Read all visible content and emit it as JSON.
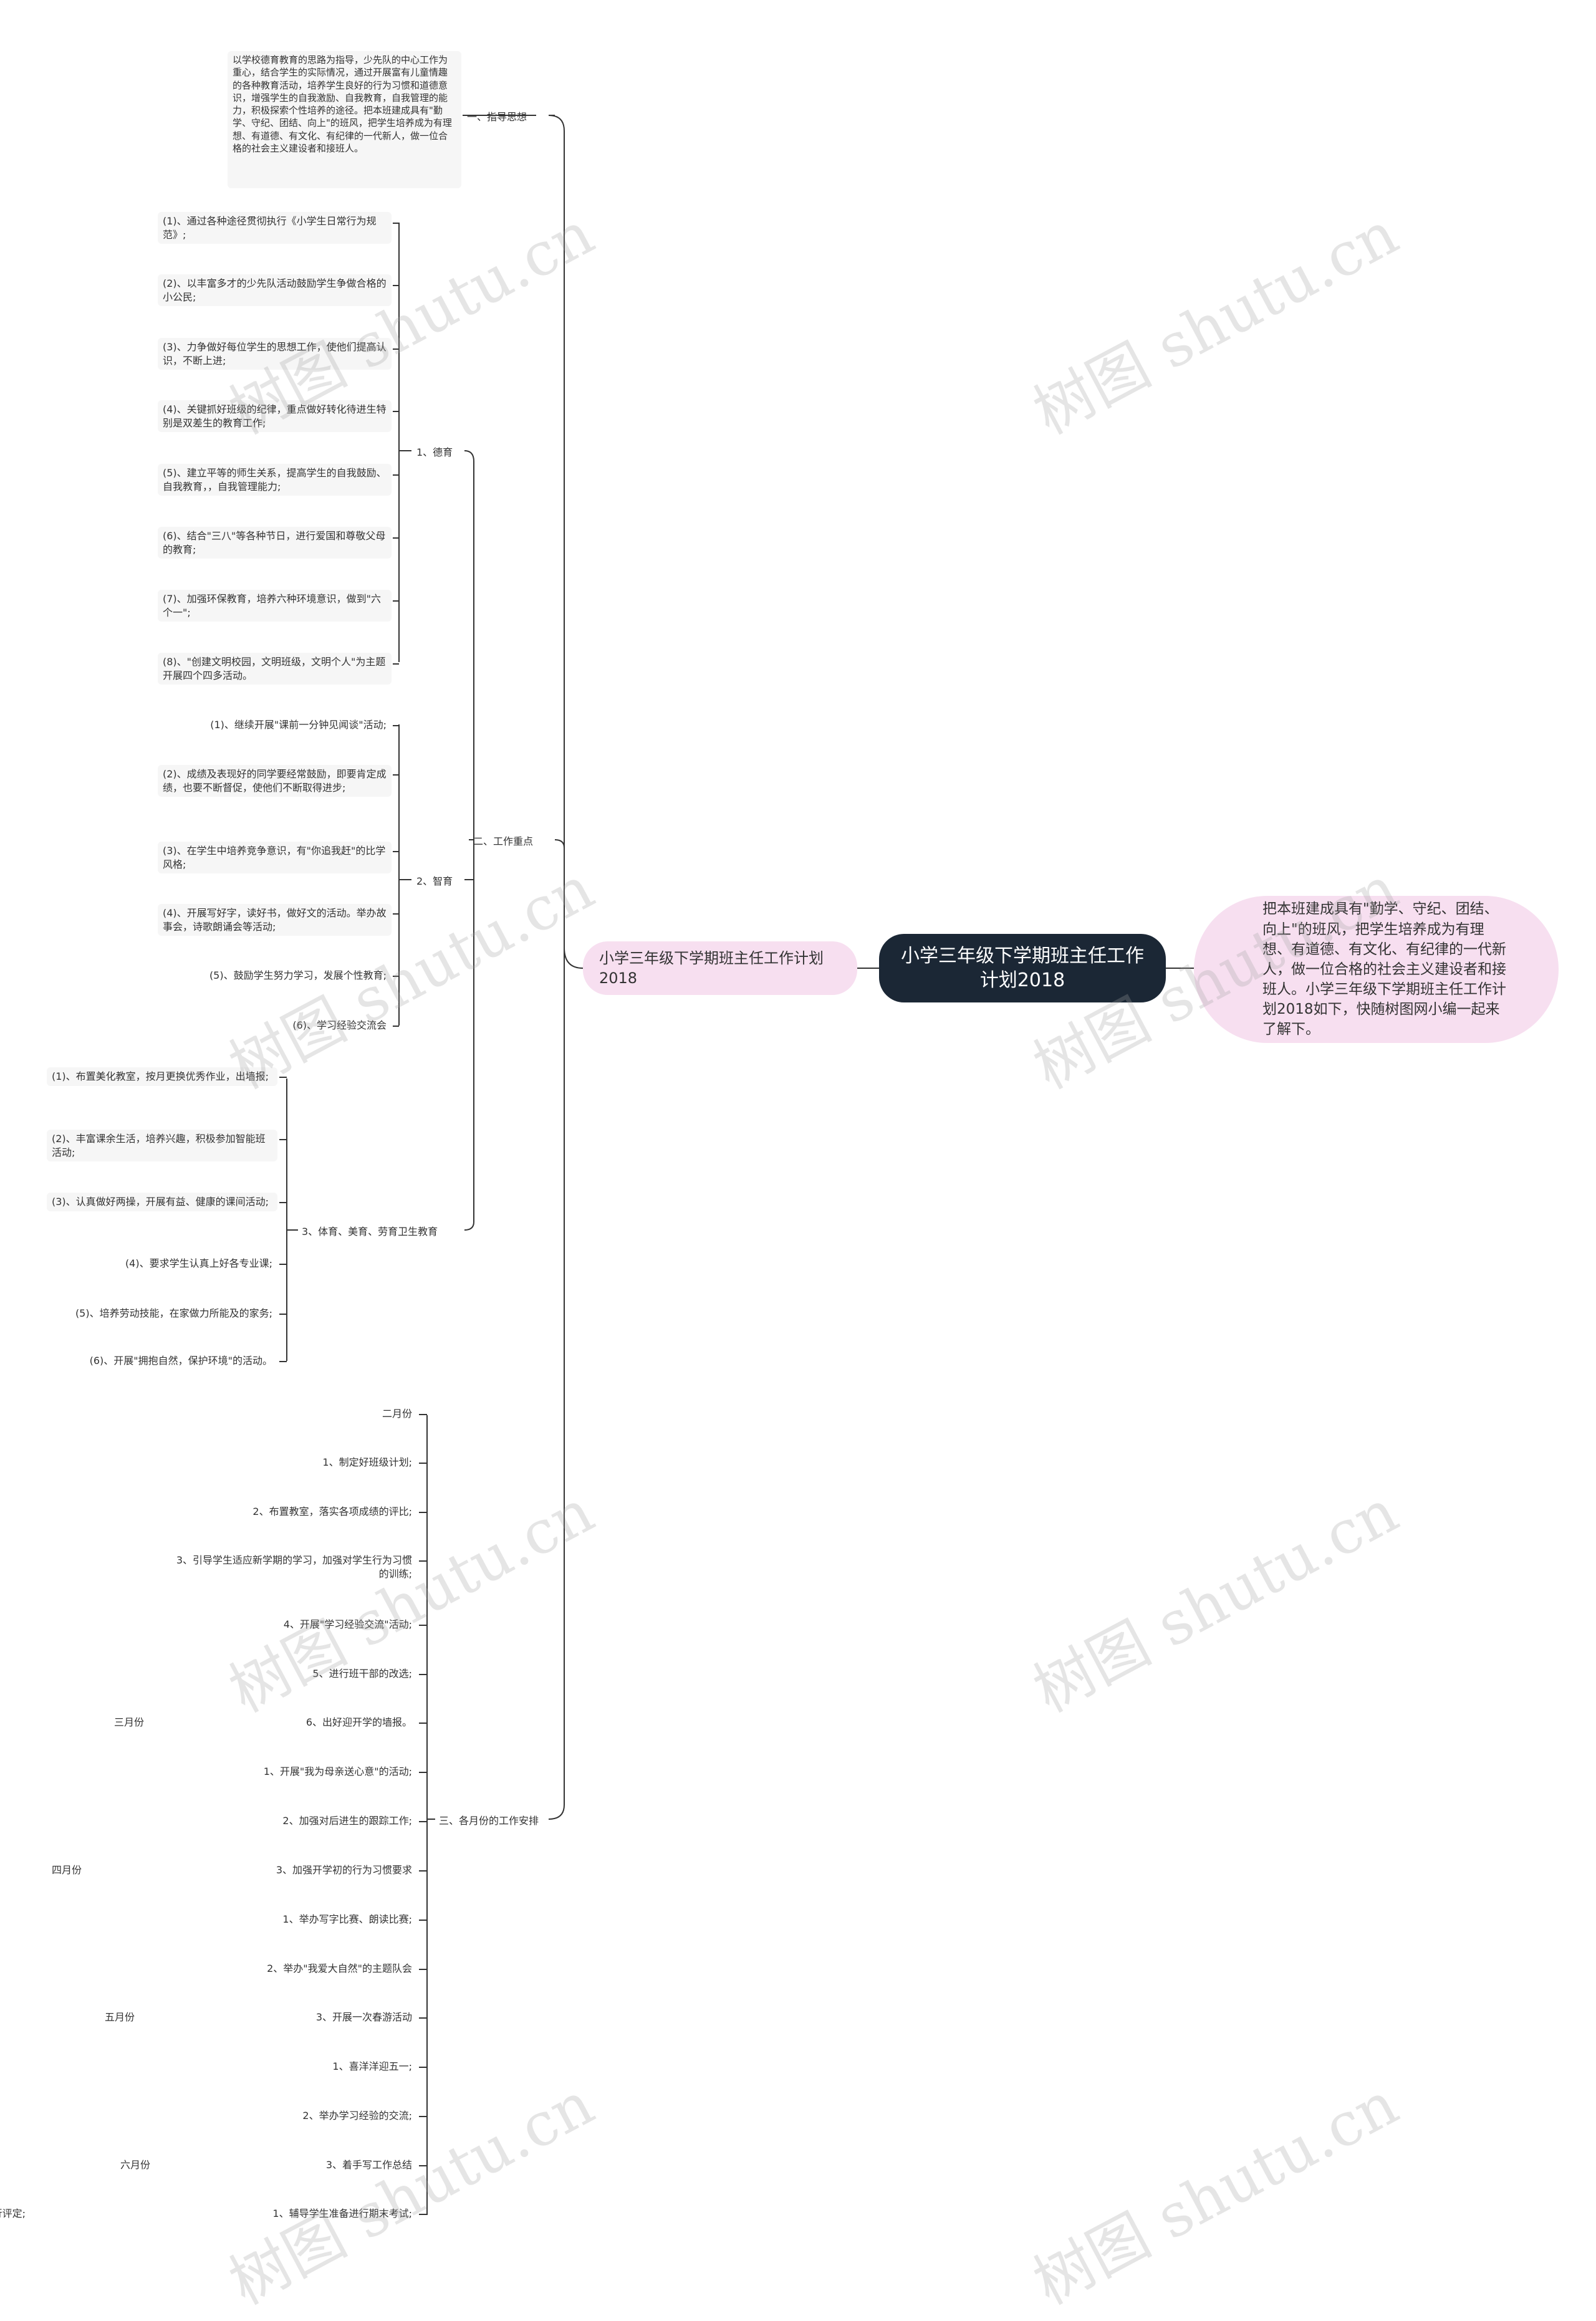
{
  "root": {
    "title": "小学三年级下学期班主任工作计划2018"
  },
  "summary": {
    "text": "把本班建成具有\"勤学、守纪、团结、向上\"的班风，把学生培养成为有理想、有道德、有文化、有纪律的一代新人，做一位合格的社会主义建设者和接班人。小学三年级下学期班主任工作计划2018如下，快随树图网小编一起来了解下。"
  },
  "branch": {
    "title": "小学三年级下学期班主任工作计划2018"
  },
  "guiding": {
    "label": "一、指导思想",
    "text": "以学校德育教育的思路为指导，少先队的中心工作为重心，结合学生的实际情况，通过开展富有儿童情趣的各种教育活动，培养学生良好的行为习惯和道德意识，增强学生的自我激励、自我教育，自我管理的能力，积极探索个性培养的途径。把本班建成具有\"勤学、守纪、团结、向上\"的班风，把学生培养成为有理想、有道德、有文化、有纪律的一代新人，做一位合格的社会主义建设者和接班人。"
  },
  "focus": {
    "label": "二、工作重点",
    "moral": {
      "label": "1、德育",
      "items": [
        "(1)、通过各种途径贯彻执行《小学生日常行为规范》;",
        "(2)、以丰富多才的少先队活动鼓励学生争做合格的小公民;",
        "(3)、力争做好每位学生的思想工作，使他们提高认识，不断上进;",
        "(4)、关键抓好班级的纪律，重点做好转化待进生特别是双差生的教育工作;",
        "(5)、建立平等的师生关系，提高学生的自我鼓励、自我教育，，自我管理能力;",
        "(6)、结合\"三八\"等各种节日，进行爱国和尊敬父母的教育;",
        "(7)、加强环保教育，培养六种环境意识，做到\"六个一\";",
        "(8)、\"创建文明校园，文明班级，文明个人\"为主题开展四个四多活动。"
      ]
    },
    "intellect": {
      "label": "2、智育",
      "items": [
        "(1)、继续开展\"课前一分钟见闻谈\"活动;",
        "(2)、成绩及表现好的同学要经常鼓励，即要肯定成绩，也要不断督促，使他们不断取得进步;",
        "(3)、在学生中培养竞争意识，有\"你追我赶\"的比学风格;",
        "(4)、开展写好字，读好书，做好文的活动。举办故事会，诗歌朗诵会等活动;",
        "(5)、鼓励学生努力学习，发展个性教育;",
        "(6)、学习经验交流会"
      ]
    },
    "sports": {
      "label": "3、体育、美育、劳育卫生教育",
      "items": [
        "(1)、布置美化教室，按月更换优秀作业，出墙报;",
        "(2)、丰富课余生活，培养兴趣，积极参加智能班活动;",
        "(3)、认真做好两操，开展有益、健康的课间活动;",
        "(4)、要求学生认真上好各专业课;",
        "(5)、培养劳动技能，在家做力所能及的家务;",
        "(6)、开展\"拥抱自然，保护环境\"的活动。"
      ]
    }
  },
  "monthly": {
    "label": "三、各月份的工作安排",
    "items": [
      {
        "text": "二月份",
        "month": ""
      },
      {
        "text": "1、制定好班级计划;",
        "month": ""
      },
      {
        "text": "2、布置教室，落实各项成绩的评比;",
        "month": ""
      },
      {
        "text": "3、引导学生适应新学期的学习，加强对学生行为习惯的训练;",
        "month": ""
      },
      {
        "text": "4、开展\"学习经验交流\"活动;",
        "month": ""
      },
      {
        "text": "5、进行班干部的改选;",
        "month": ""
      },
      {
        "text": "6、出好迎开学的墙报。",
        "month": "三月份"
      },
      {
        "text": "1、开展\"我为母亲送心意\"的活动;",
        "month": ""
      },
      {
        "text": "2、加强对后进生的跟踪工作;",
        "month": ""
      },
      {
        "text": "3、加强开学初的行为习惯要求",
        "month": "四月份"
      },
      {
        "text": "1、举办写字比赛、朗读比赛;",
        "month": ""
      },
      {
        "text": "2、举办\"我爱大自然\"的主题队会",
        "month": ""
      },
      {
        "text": "3、开展一次春游活动",
        "month": "五月份"
      },
      {
        "text": "1、喜洋洋迎五一;",
        "month": ""
      },
      {
        "text": "2、举办学习经验的交流;",
        "month": ""
      },
      {
        "text": "3、着手写工作总结",
        "month": "六月份"
      },
      {
        "text": "1、辅导学生准备进行期末考试;",
        "month": "班主任写学生操行评定;"
      }
    ]
  },
  "watermark": {
    "text": "树图 shutu.cn"
  },
  "colors": {
    "root_bg": "#1b2735",
    "pink": "#f7dff0",
    "leaf_bg": "#f6f6f6",
    "line": "#333333"
  }
}
